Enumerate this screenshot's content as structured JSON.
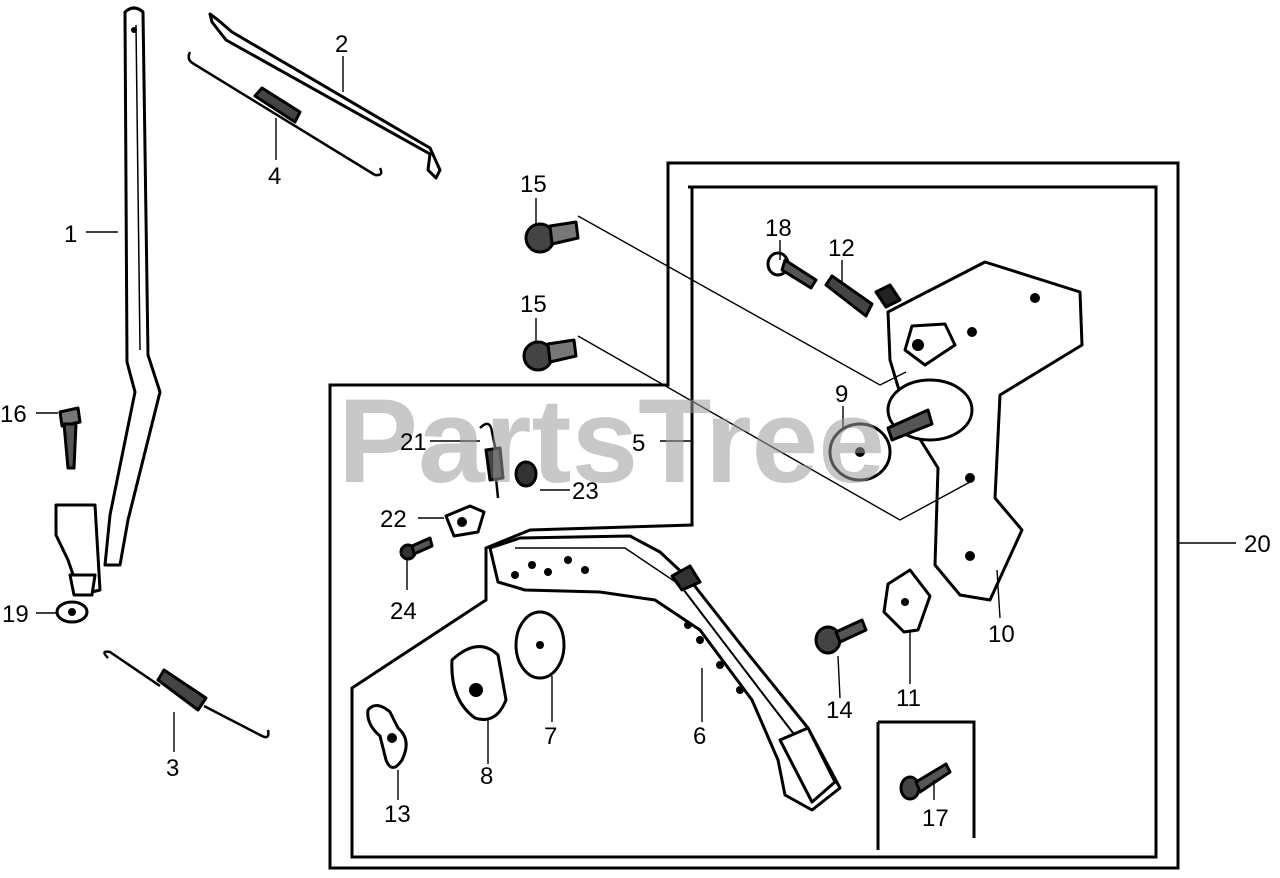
{
  "watermark": "PartsTree",
  "callouts": {
    "c1": "1",
    "c2": "2",
    "c3": "3",
    "c4": "4",
    "c5": "5",
    "c6": "6",
    "c7": "7",
    "c8": "8",
    "c9": "9",
    "c10": "10",
    "c11": "11",
    "c12": "12",
    "c13": "13",
    "c14": "14",
    "c15a": "15",
    "c15b": "15",
    "c16": "16",
    "c17": "17",
    "c18": "18",
    "c19": "19",
    "c20": "20",
    "c21": "21",
    "c22": "22",
    "c23": "23",
    "c24": "24"
  }
}
